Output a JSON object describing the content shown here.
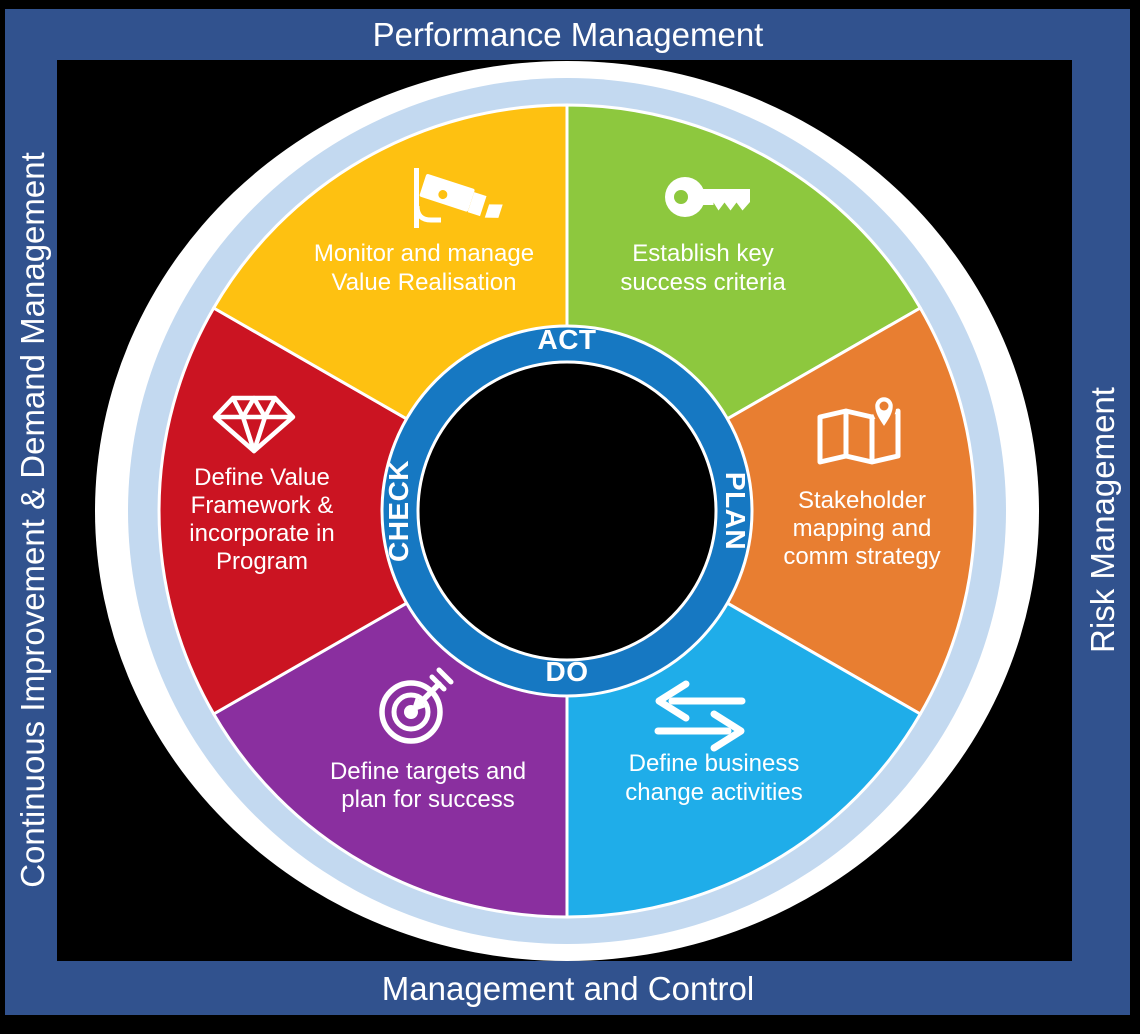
{
  "background_color": "#000000",
  "frame": {
    "color": "#31528e",
    "text_color": "#ffffff",
    "top_label": "Performance Management",
    "bottom_label": "Management and Control",
    "left_label": "Continuous Improvement & Demand Management",
    "right_label": "Risk Management"
  },
  "wheel": {
    "outer_ring_color": "#ffffff",
    "halo_color": "#c3d9f0",
    "separator_color": "#ffffff",
    "hub": {
      "ring_color": "#1678c2",
      "center_color": "#000000",
      "labels": {
        "top": "ACT",
        "right": "PLAN",
        "bottom": "DO",
        "left": "CHECK"
      }
    },
    "segments": [
      {
        "name": "monitor-value-realisation",
        "color": "#fec111",
        "icon": "cctv-camera-icon",
        "lines": [
          "Monitor and manage",
          "Value Realisation"
        ]
      },
      {
        "name": "establish-success-criteria",
        "color": "#8dc83e",
        "icon": "key-icon",
        "lines": [
          "Establish key",
          "success criteria"
        ]
      },
      {
        "name": "stakeholder-mapping",
        "color": "#e87e31",
        "icon": "map-icon",
        "lines": [
          "Stakeholder",
          "mapping and",
          "comm strategy"
        ]
      },
      {
        "name": "business-change-activities",
        "color": "#1fade9",
        "icon": "transfer-arrows-icon",
        "lines": [
          "Define business",
          "change activities"
        ]
      },
      {
        "name": "targets-and-plan",
        "color": "#8a2f9f",
        "icon": "target-arrow-icon",
        "lines": [
          "Define targets and",
          "plan for success"
        ]
      },
      {
        "name": "value-framework",
        "color": "#cb1422",
        "icon": "diamond-icon",
        "lines": [
          "Define Value",
          "Framework &",
          "incorporate in",
          "Program"
        ]
      }
    ]
  }
}
